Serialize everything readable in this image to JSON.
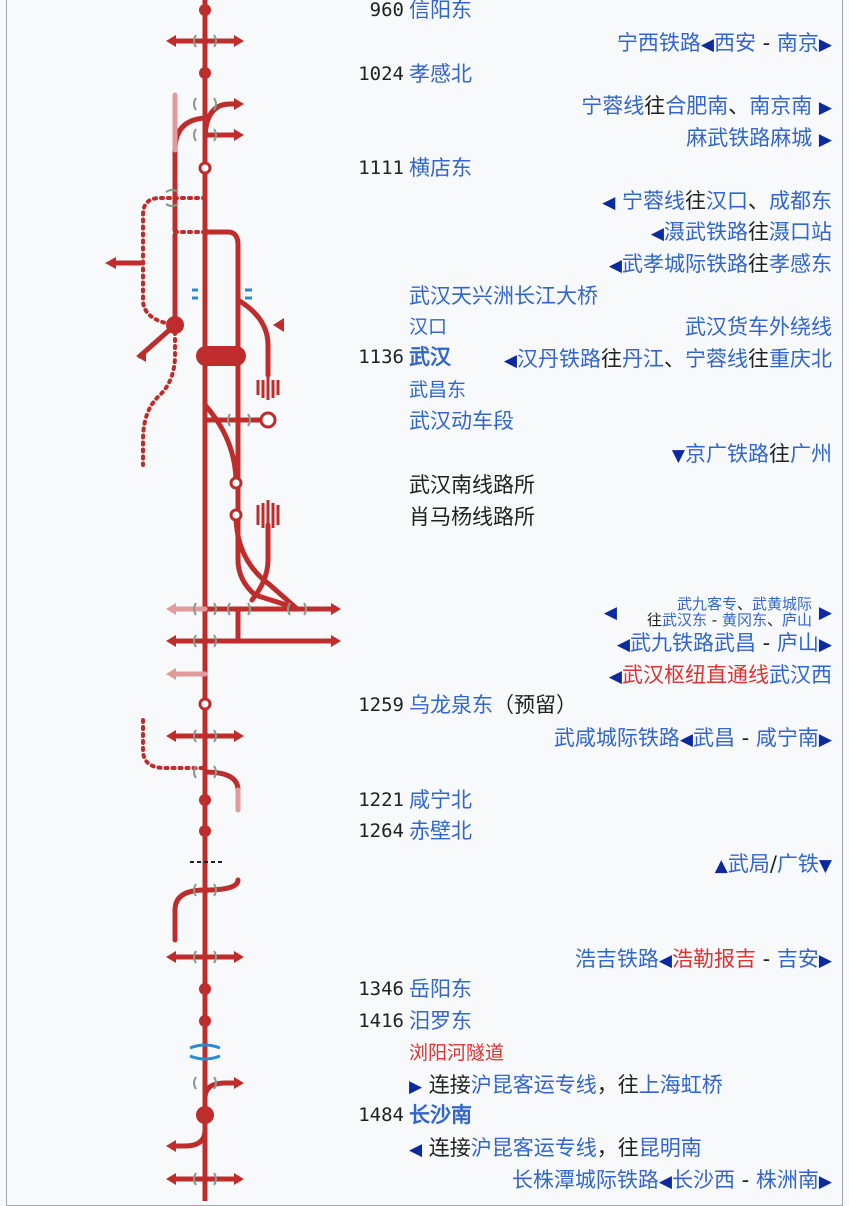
{
  "route": [
    {
      "km": "960",
      "station": "信阳东",
      "major": false
    },
    {
      "km": "1024",
      "station": "孝感北",
      "major": false
    },
    {
      "km": "1111",
      "station": "横店东",
      "major": false
    },
    {
      "km": "1136",
      "station": "武汉",
      "major": true
    },
    {
      "km": "1259",
      "station": "乌龙泉东",
      "note": "（预留）",
      "major": false
    },
    {
      "km": "1221",
      "station": "咸宁北",
      "major": false
    },
    {
      "km": "1264",
      "station": "赤壁北",
      "major": false
    },
    {
      "km": "1346",
      "station": "岳阳东",
      "major": false
    },
    {
      "km": "1416",
      "station": "汨罗东",
      "major": false
    },
    {
      "km": "1484",
      "station": "长沙南",
      "major": true
    }
  ],
  "labels": {
    "ningxi": {
      "line": "宁西铁路",
      "from": "西安",
      "sep": " - ",
      "to": "南京"
    },
    "ningrong_east": {
      "line": "宁蓉线",
      "wang": "往",
      "d1": "合肥南",
      "comma": "、",
      "d2": "南京南"
    },
    "mawu": {
      "line": "麻武铁路",
      "dest": "麻城"
    },
    "ningrong_west": {
      "line": "宁蓉线",
      "wang": "往",
      "d1": "汉口",
      "comma": "、",
      "d2": "成都东"
    },
    "shewu": {
      "line": "滠武铁路",
      "wang": "往",
      "dest": "滠口站"
    },
    "wuxiao": {
      "line": "武孝城际铁路",
      "wang": "往",
      "dest": "孝感东"
    },
    "bridge": "武汉天兴洲长江大桥",
    "hankou": "汉口",
    "freight": "武汉货车外绕线",
    "handan": {
      "line": "汉丹铁路",
      "wang": "往",
      "d1": "丹江",
      "comma": "、",
      "line2": "宁蓉线",
      "wang2": "往",
      "d2": "重庆北"
    },
    "wuchangdong": "武昌东",
    "emu_depot": "武汉动车段",
    "jingguang": {
      "line": "京广铁路",
      "wang": "往",
      "dest": "广州"
    },
    "wuhan_south": "武汉南线路所",
    "xiaomayang": "肖马杨线路所",
    "wujiu_pass": {
      "l1": "武九客专",
      "c": "、",
      "l2": "武黄城际",
      "wang": "往",
      "d1": "武汉东",
      "sep": " - ",
      "d2": "黄冈东",
      "c2": "、",
      "d3": "庐山"
    },
    "wujiu": {
      "line": "武九铁路",
      "from": "武昌",
      "sep": " - ",
      "to": "庐山"
    },
    "hub": {
      "line": "武汉枢纽直通线",
      "dest": "武汉西"
    },
    "wuxian": {
      "line": "武咸城际铁路",
      "from": "武昌",
      "sep": " - ",
      "to": "咸宁南"
    },
    "bureau": {
      "a": "武局",
      "slash": "/",
      "b": "广铁"
    },
    "haoji": {
      "line": "浩吉铁路",
      "from": "浩勒报吉",
      "sep": " - ",
      "to": "吉安"
    },
    "liuyang": "浏阳河隧道",
    "hukun_east": {
      "pre": "连接",
      "line": "沪昆客运专线",
      "mid": "，往",
      "dest": "上海虹桥"
    },
    "hukun_west": {
      "pre": "连接",
      "line": "沪昆客运专线",
      "mid": "，往",
      "dest": "昆明南"
    },
    "czt": {
      "line": "长株潭城际铁路",
      "from": "长沙西",
      "sep": " - ",
      "to": "株洲南"
    }
  },
  "arrows": {
    "left": "◀",
    "right": "▶",
    "down": "▼",
    "up": "▲"
  },
  "colors": {
    "track": "#be2d2c",
    "faded": "#e39a9a",
    "link": "#3366cc",
    "red_link": "#dd3333",
    "arrow": "#0b2a9e",
    "bridge": "#888",
    "water": "#2a8ad6"
  }
}
